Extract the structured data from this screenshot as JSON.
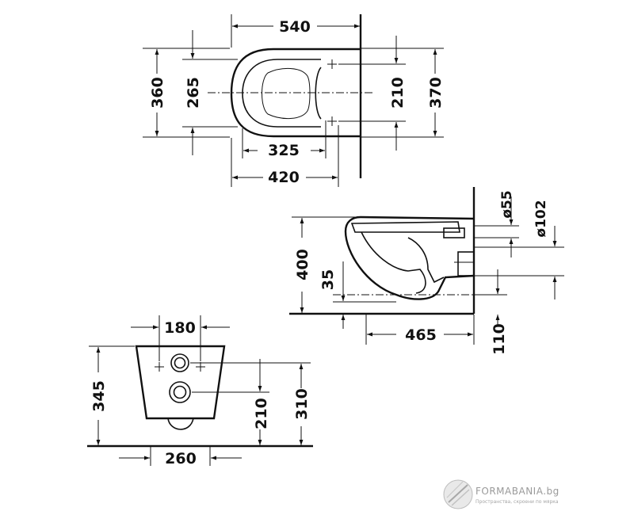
{
  "top_view": {
    "width_total": "540",
    "depth_total": "360",
    "seat_depth": "265",
    "bolt_spacing": "210",
    "wall_depth": "370",
    "inner_width": "325",
    "bowl_width": "420"
  },
  "side_view": {
    "outlet_diameter": "ø55",
    "drain_diameter": "ø102",
    "rim_height": "400",
    "base_offset": "35",
    "projection": "465",
    "drain_height": "110"
  },
  "rear_view": {
    "bracket_width": "180",
    "height": "345",
    "connection_height": "210",
    "top_height": "310",
    "base_width": "260"
  },
  "watermark": {
    "brand": "FORMABANIA.bg",
    "tagline": "Пространства, скроени по мярка"
  }
}
